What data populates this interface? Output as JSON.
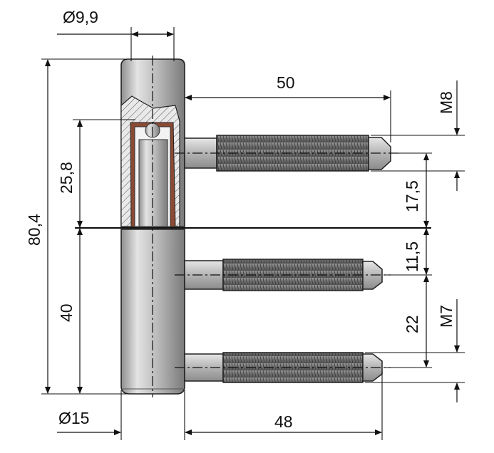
{
  "drawing": {
    "colors": {
      "metal_light": "#d6d6d6",
      "metal_mid": "#a9a9a9",
      "metal_dark": "#6e6e6e",
      "thread": "#7d7d7d",
      "brown_bushing": "#8a4a33",
      "line": "#111111"
    }
  },
  "dimensions": {
    "pin_diameter": "Ø9,9",
    "total_height": "80,4",
    "upper_height": "25,8",
    "lower_height": "40",
    "screw_length_top": "50",
    "thread_top": "M8",
    "gap_top": "17,5",
    "gap_split": "11,5",
    "thread_bottom": "M7",
    "screw_spacing": "22",
    "body_diameter": "Ø15",
    "screw_length_bottom": "48"
  }
}
